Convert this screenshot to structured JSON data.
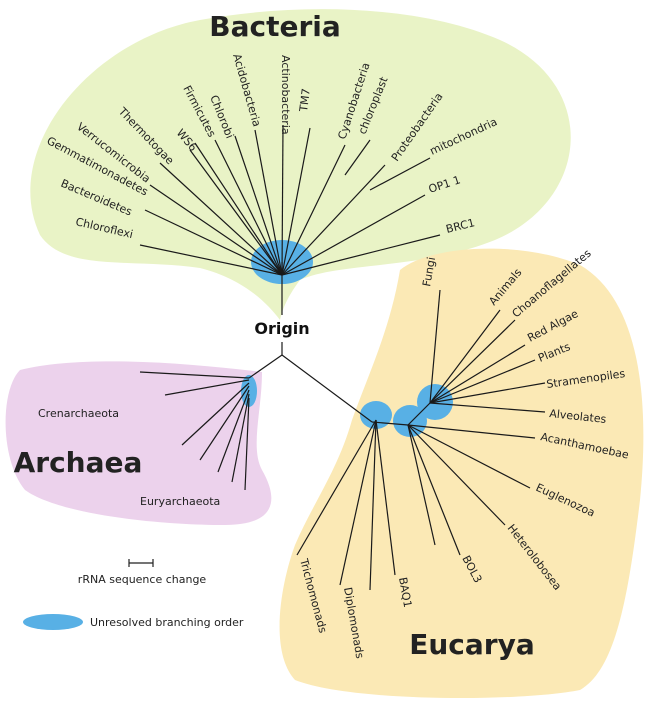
{
  "domains": {
    "bacteria": "Bacteria",
    "archaea": "Archaea",
    "eucarya": "Eucarya"
  },
  "origin": "Origin",
  "colors": {
    "bacteria_fill": "#e9f3c6",
    "archaea_fill": "#ecd2ec",
    "eucarya_fill": "#fbe9b5",
    "unresolved": "#58b0e5"
  },
  "bacteria_taxa": [
    "Chloroflexi",
    "Bacteroidetes",
    "Gemmatimonadetes",
    "Verrucomicrobia",
    "Thermotogae",
    "WS6",
    "Firmicutes",
    "Chlorobi",
    "Acidobacteria",
    "Actinobacteria",
    "TM7",
    "Cyanobacteria",
    "chloroplast",
    "Proteobacteria",
    "mitochondria",
    "OP1 1",
    "BRC1"
  ],
  "archaea_taxa": [
    "Crenarchaeota",
    "Euryarchaeota"
  ],
  "eucarya_taxa": [
    "Fungi",
    "Animals",
    "Choanoflagellates",
    "Red  Algae",
    "Plants",
    "Stramenopiles",
    "Alveolates",
    "Acanthamoebae",
    "Euglenozoa",
    "Heterolobosea",
    "BOL3",
    "BAQ1",
    "Diplomonads",
    "Trichomonads"
  ],
  "legend": {
    "scale_label": "rRNA sequence change",
    "unresolved_label": "Unresolved branching order"
  }
}
